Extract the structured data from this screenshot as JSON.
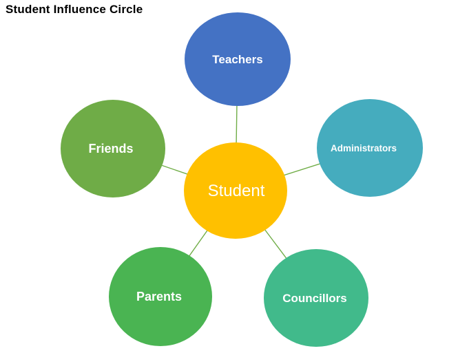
{
  "title": "Student Influence Circle",
  "diagram": {
    "connector_color": "#70AD47",
    "node_text_color": "#FFFFFF",
    "center": {
      "label": "Student",
      "color": "#FFC000"
    },
    "nodes": [
      {
        "id": "teachers",
        "label": "Teachers",
        "color": "#4472C4"
      },
      {
        "id": "friends",
        "label": "Friends",
        "color": "#6FAC47"
      },
      {
        "id": "administrators",
        "label": "Administrators",
        "color": "#45ACBE"
      },
      {
        "id": "parents",
        "label": "Parents",
        "color": "#4AB452"
      },
      {
        "id": "councillors",
        "label": "Councillors",
        "color": "#41BA8B"
      }
    ]
  }
}
